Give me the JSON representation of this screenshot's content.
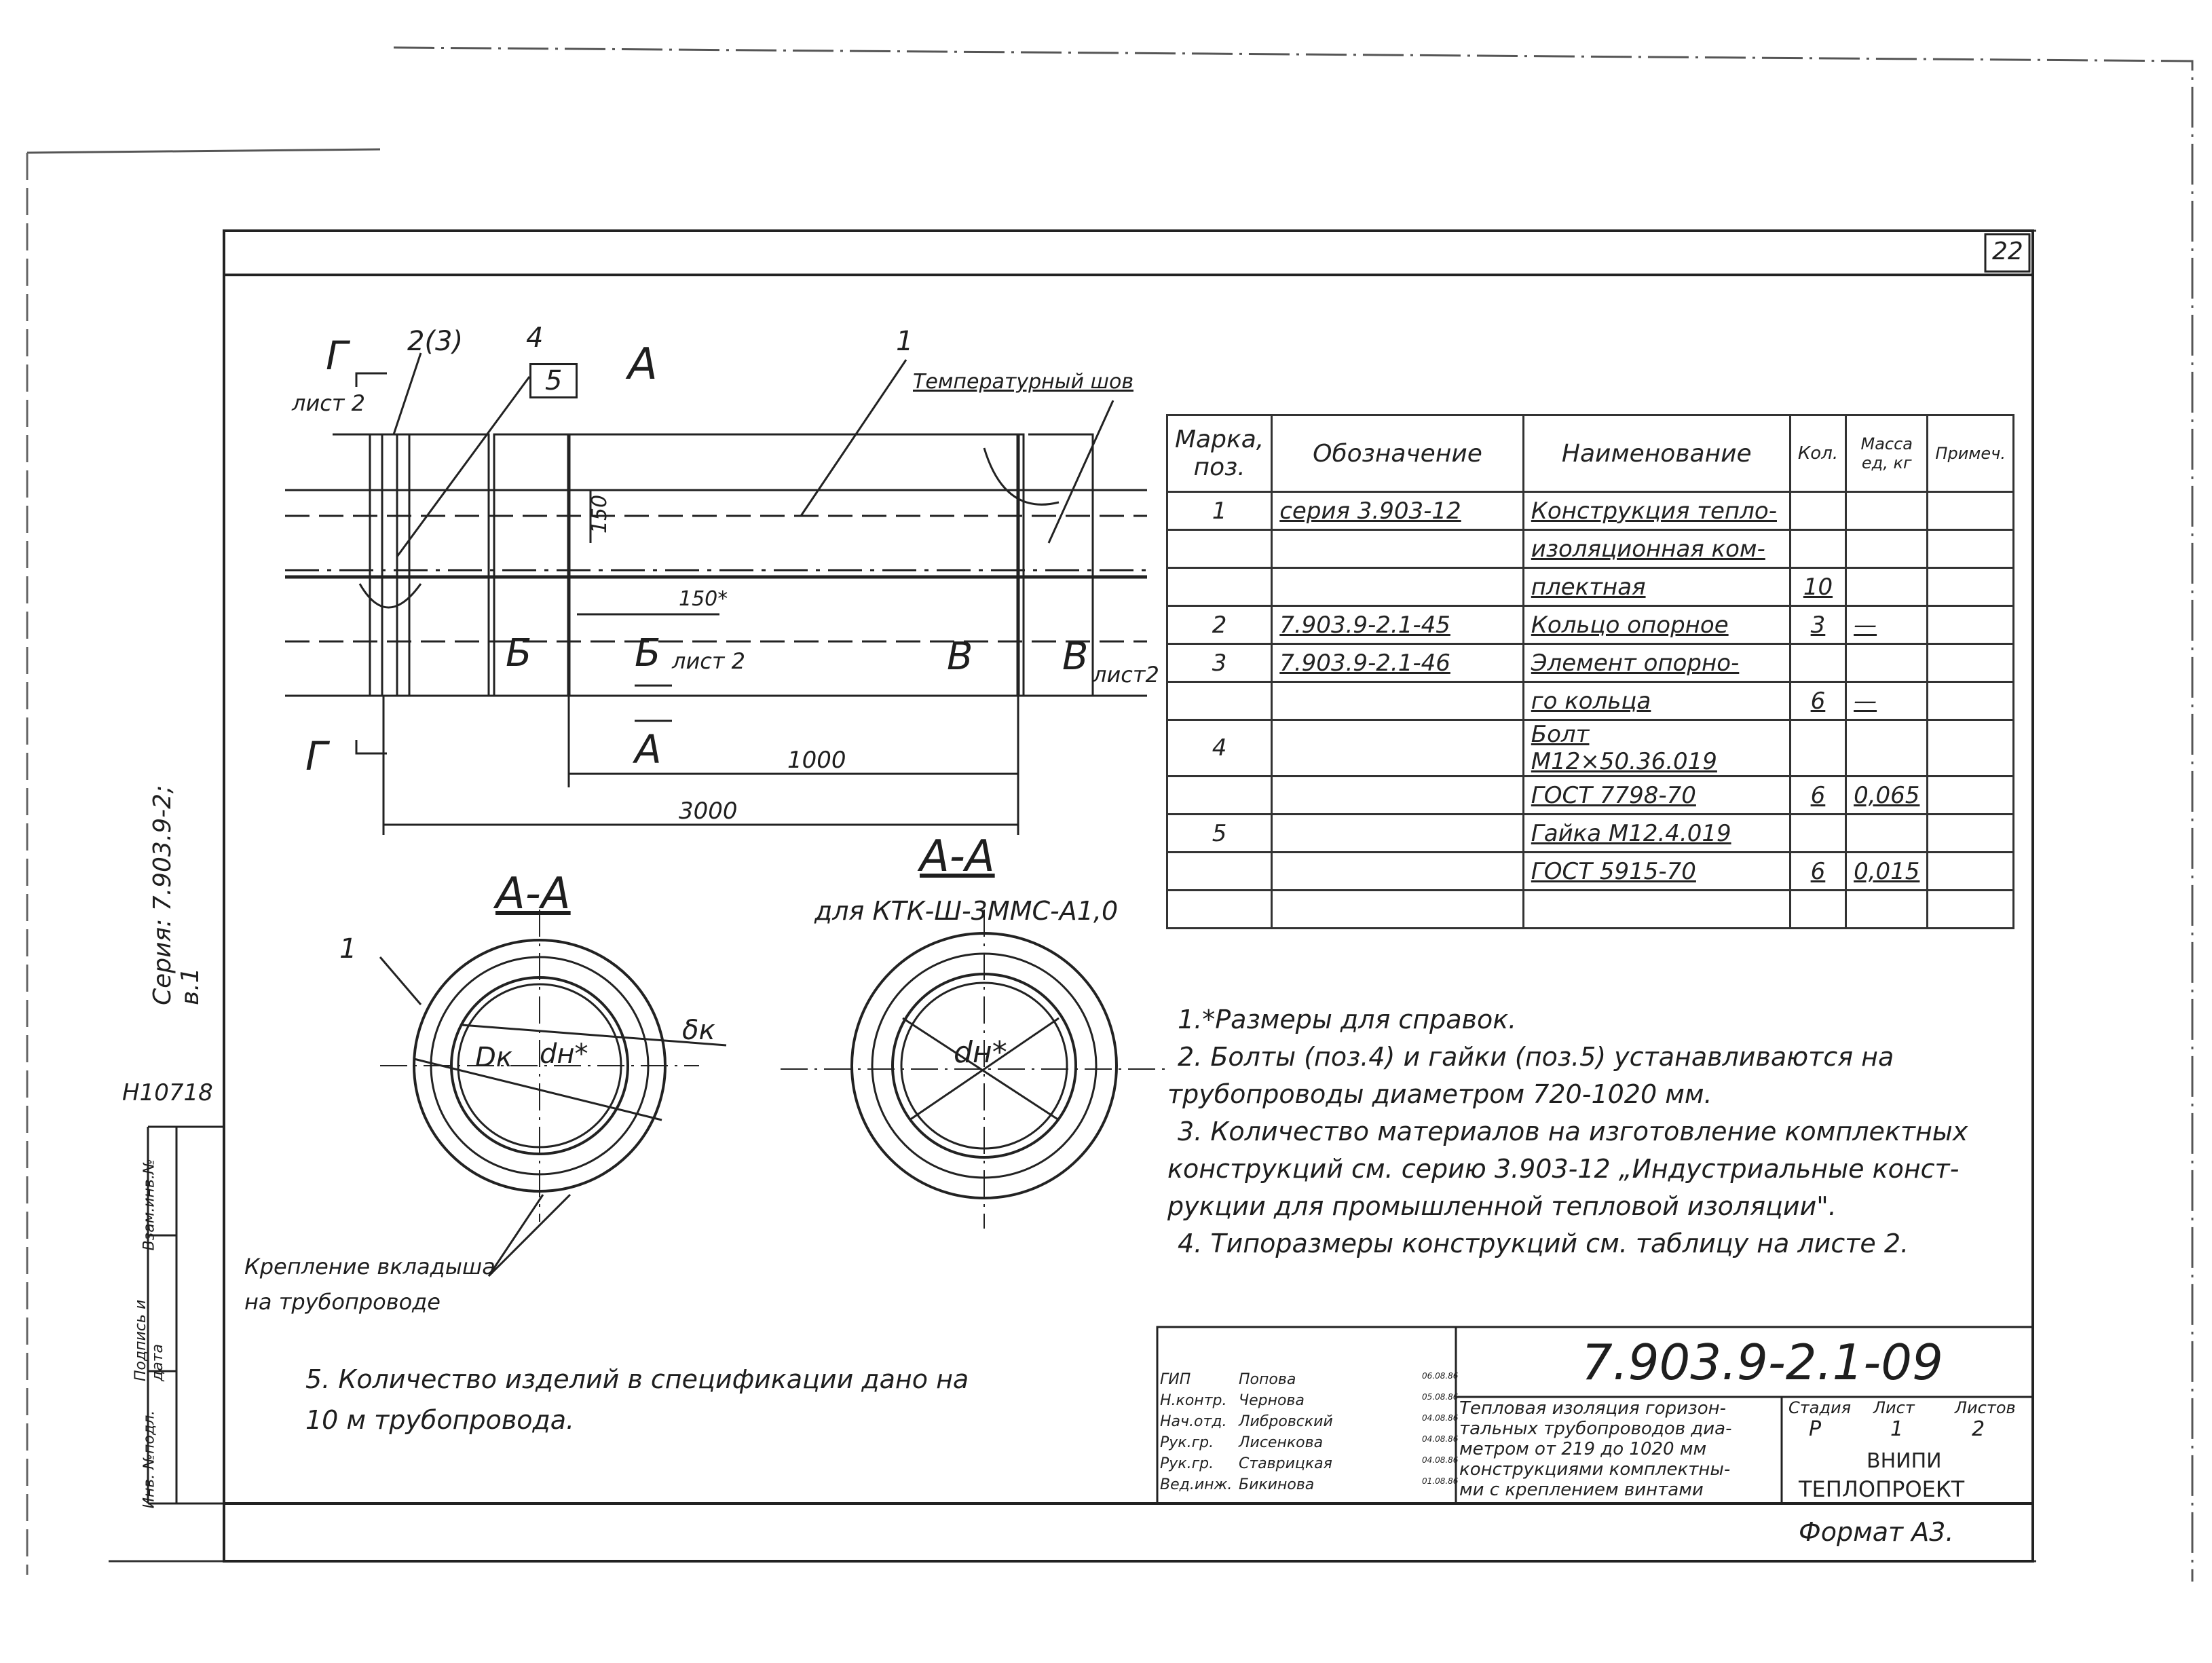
{
  "sheet": {
    "page_number": "22",
    "format_label": "Формат А3.",
    "side_series": "Серия: 7.903.9-2; в.1",
    "inventory_no": "Н10718",
    "side_cells": [
      "Инв. №подл.",
      "Подпись и дата",
      "Взам.инв.№"
    ]
  },
  "drawing": {
    "labels": {
      "g_left_top": "Г",
      "list2_left": "лист 2",
      "pos_23": "2(3)",
      "pos_4": "4",
      "pos_5": "5",
      "a_top": "А",
      "pos_1_top": "1",
      "temp_seam": "Температурный шов",
      "dim_150v": "150",
      "dim_150h": "150*",
      "b_left": "Б",
      "b_right": "Б",
      "list2_b": "лист 2",
      "v_left": "В",
      "v_right": "В",
      "list2_v": "лист2",
      "g_left_bottom": "Г",
      "a_bottom": "А",
      "dim_1000": "1000",
      "dim_3000": "3000",
      "section_left": "А-А",
      "section_right": "А-А",
      "section_right_sub": "для КТК-Ш-3ММС-А1,0",
      "pos_1_section": "1",
      "dk": "Dк",
      "dn_left": "dн*",
      "dn_right": "dн*",
      "delta_k": "δк",
      "fixing_note": "Крепление вкладыша на трубопроводе"
    }
  },
  "spec_table": {
    "headers": [
      "Марка, поз.",
      "Обозначение",
      "Наименование",
      "Кол.",
      "Масса ед, кг",
      "Примеч."
    ],
    "rows": [
      [
        "1",
        "серия 3.903-12",
        "Конструкция тепло-",
        "",
        "",
        ""
      ],
      [
        "",
        "",
        "изоляционная ком-",
        "",
        "",
        ""
      ],
      [
        "",
        "",
        "плектная",
        "10",
        "",
        ""
      ],
      [
        "2",
        "7.903.9-2.1-45",
        "Кольцо опорное",
        "3",
        "—",
        ""
      ],
      [
        "3",
        "7.903.9-2.1-46",
        "Элемент опорно-",
        "",
        "",
        ""
      ],
      [
        "",
        "",
        "го кольца",
        "6",
        "—",
        ""
      ],
      [
        "4",
        "",
        "Болт М12×50.36.019",
        "",
        "",
        ""
      ],
      [
        "",
        "",
        "ГОСТ 7798-70",
        "6",
        "0,065",
        ""
      ],
      [
        "5",
        "",
        "Гайка М12.4.019",
        "",
        "",
        ""
      ],
      [
        "",
        "",
        "ГОСТ 5915-70",
        "6",
        "0,015",
        ""
      ],
      [
        "",
        "",
        "",
        "",
        "",
        ""
      ]
    ]
  },
  "notes": [
    "1.*Размеры для справок.",
    "2. Болты (поз.4) и гайки (поз.5) устанавливаются на",
    "трубопроводы диаметром 720-1020 мм.",
    "3. Количество материалов на изготовление комплектных",
    "конструкций см. серию 3.903-12 „Индустриальные конст-",
    "рукции для промышленной тепловой изоляции\".",
    "4. Типоразмеры конструкций см. таблицу на листе 2."
  ],
  "note5": [
    "5. Количество изделий в спецификации дано на",
    "10 м трубопровода."
  ],
  "title_block": {
    "code": "7.903.9-2.1-09",
    "title_lines": [
      "Тепловая изоляция горизон-",
      "тальных трубопроводов диа-",
      "метром от 219 до 1020 мм",
      "конструкциями комплектны-",
      "ми с креплением винтами"
    ],
    "stage_header": "Стадия",
    "sheet_header": "Лист",
    "sheets_header": "Листов",
    "stage": "Р",
    "sheet": "1",
    "sheets": "2",
    "org1": "ВНИПИ",
    "org2": "ТЕПЛОПРОЕКТ",
    "staff": [
      [
        "ГИП",
        "Попова",
        "",
        "06.08.86"
      ],
      [
        "Н.контр.",
        "Чернова",
        "",
        "05.08.86"
      ],
      [
        "Нач.отд.",
        "Либровский",
        "",
        "04.08.86"
      ],
      [
        "Рук.гр.",
        "Лисенкова",
        "",
        "04.08.86"
      ],
      [
        "Рук.гр.",
        "Ставрицкая",
        "",
        "04.08.86"
      ],
      [
        "Вед.инж.",
        "Бикинова",
        "",
        "01.08.86"
      ]
    ]
  }
}
